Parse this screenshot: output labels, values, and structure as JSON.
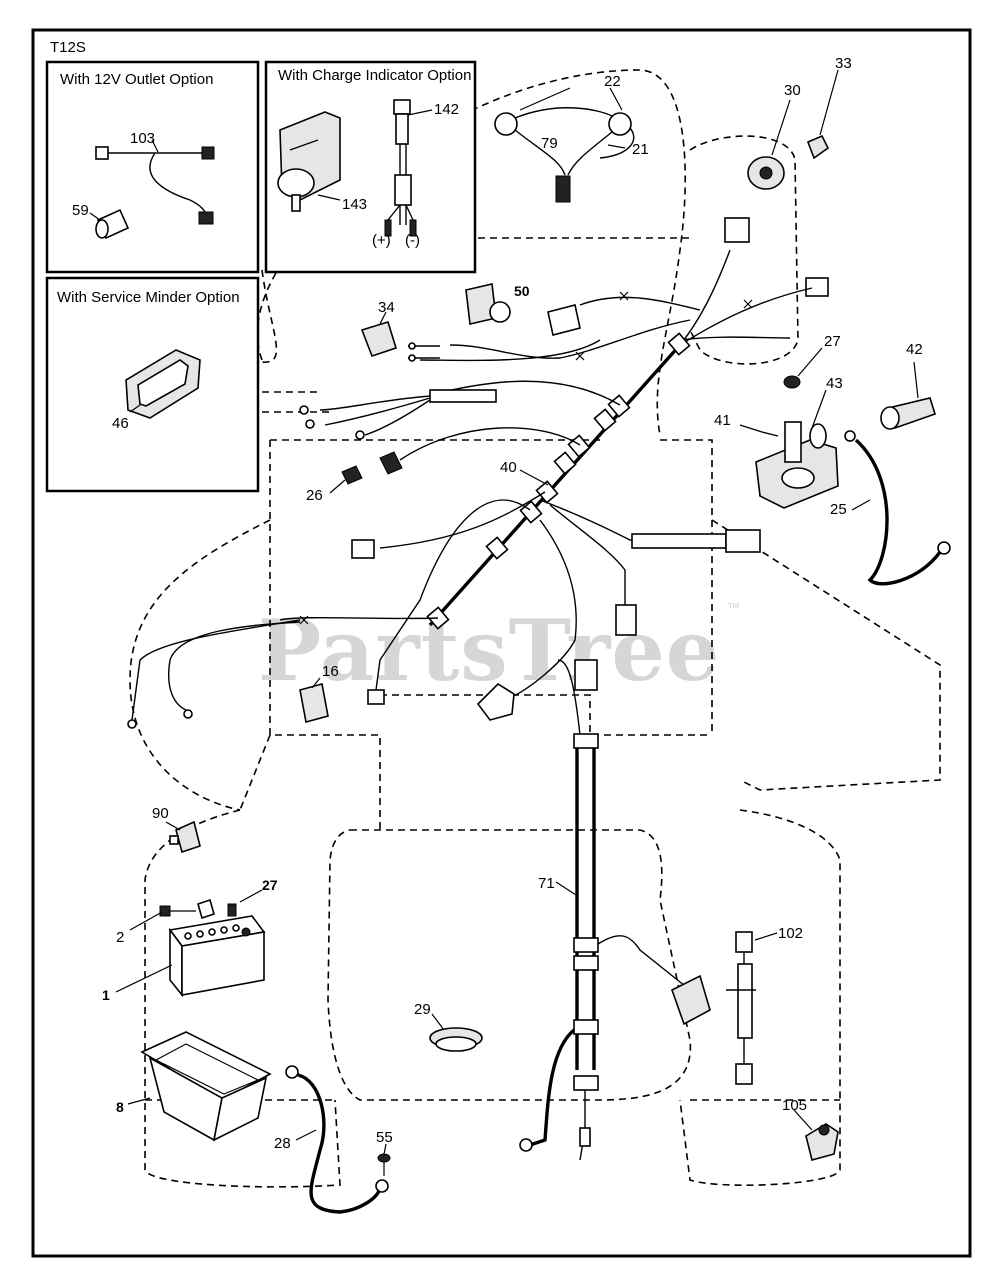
{
  "diagram_code": "T12S",
  "watermark": {
    "text": "PartsTree",
    "trademark": "™"
  },
  "option_boxes": {
    "outlet": "With 12V Outlet Option",
    "charge": "With Charge Indicator Option",
    "minder": "With Service Minder Option"
  },
  "polarity": {
    "plus": "(+)",
    "minus": "(-)"
  },
  "callouts": {
    "p103": "103",
    "p59": "59",
    "p142": "142",
    "p143": "143",
    "p46": "46",
    "p22": "22",
    "p79": "79",
    "p21": "21",
    "p30": "30",
    "p33": "33",
    "p34": "34",
    "p50": "50",
    "p27a": "27",
    "p42": "42",
    "p43": "43",
    "p41": "41",
    "p26": "26",
    "p40": "40",
    "p25": "25",
    "p16": "16",
    "p90": "90",
    "p2": "2",
    "p27b": "27",
    "p1": "1",
    "p71": "71",
    "p102": "102",
    "p29": "29",
    "p8": "8",
    "p28": "28",
    "p55": "55",
    "p105": "105"
  }
}
